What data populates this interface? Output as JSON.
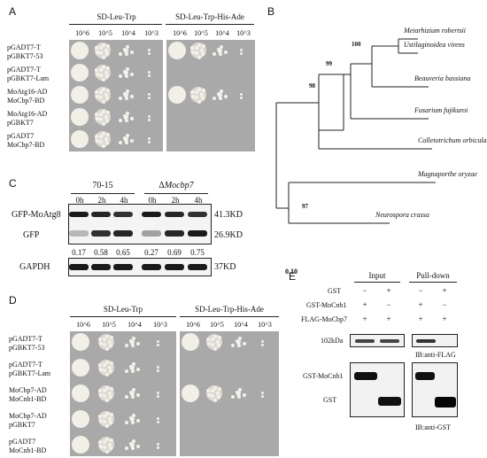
{
  "panels": {
    "A": {
      "label": "A",
      "cond_left": "SD-Leu-Trp",
      "cond_right": "SD-Leu-Trp-His-Ade",
      "dilutions": [
        "10^6",
        "10^5",
        "10^4",
        "10^3"
      ],
      "strains": [
        [
          "pGADT7-T",
          "pGBKT7-53"
        ],
        [
          "pGADT7-T",
          "pGBKT7-Lam"
        ],
        [
          "MoAtg16-AD",
          "MoCbp7-BD"
        ],
        [
          "MoAtg16-AD",
          "pGBKT7"
        ],
        [
          "pGADT7",
          "MoCbp7-BD"
        ]
      ],
      "growth_left": [
        [
          4,
          3,
          2,
          1
        ],
        [
          4,
          3,
          2,
          1
        ],
        [
          4,
          3,
          2,
          1
        ],
        [
          4,
          3,
          2,
          1
        ],
        [
          4,
          3,
          2,
          1
        ]
      ],
      "growth_right": [
        [
          4,
          3,
          2,
          1
        ],
        [
          0,
          0,
          0,
          0
        ],
        [
          4,
          3,
          2,
          1
        ],
        [
          0,
          0,
          0,
          0
        ],
        [
          0,
          0,
          0,
          0
        ]
      ]
    },
    "B": {
      "label": "B",
      "taxa": [
        "Metarhizium robertsii",
        "Ustilaginoidea virens",
        "Beauveria bassiana",
        "Fusarium fujikuroi",
        "Colletotrichum orbiculare",
        "Magnaporthe oryzae",
        "Neurospora crassa"
      ],
      "bootstrap": [
        "100",
        "99",
        "98",
        "97"
      ],
      "scale": "0.10"
    },
    "C": {
      "label": "C",
      "group1": "70-15",
      "group2_prefix": "Δ",
      "group2_name": "Mocbp7",
      "times": [
        "0h",
        "2h",
        "4h",
        "0h",
        "2h",
        "4h"
      ],
      "row1_label": "GFP-MoAtg8",
      "row1_size": "41.3KD",
      "row2_label": "GFP",
      "row2_size": "26.9KD",
      "ratios": [
        "0.17",
        "0.58",
        "0.65",
        "0.27",
        "0.69",
        "0.75"
      ],
      "row3_label": "GAPDH",
      "row3_size": "37KD",
      "intensity_top": [
        0.95,
        0.9,
        0.85,
        0.95,
        0.9,
        0.85
      ],
      "intensity_gfp": [
        0.25,
        0.85,
        0.9,
        0.35,
        0.9,
        0.95
      ],
      "intensity_gapdh": [
        0.95,
        0.95,
        0.95,
        0.95,
        0.95,
        0.95
      ]
    },
    "D": {
      "label": "D",
      "cond_left": "SD-Leu-Trp",
      "cond_right": "SD-Leu-Trp-His-Ade",
      "dilutions": [
        "10^6",
        "10^5",
        "10^4",
        "10^3"
      ],
      "strains": [
        [
          "pGADT7-T",
          "pGBKT7-53"
        ],
        [
          "pGADT7-T",
          "pGBKT7-Lam"
        ],
        [
          "MoCbp7-AD",
          "MoCnb1-BD"
        ],
        [
          "MoCbp7-AD",
          "pGBKT7"
        ],
        [
          "pGADT7",
          "MoCnb1-BD"
        ]
      ],
      "growth_left": [
        [
          4,
          3,
          2,
          1
        ],
        [
          4,
          3,
          2,
          1
        ],
        [
          4,
          3,
          2,
          1
        ],
        [
          4,
          3,
          2,
          1
        ],
        [
          4,
          3,
          2,
          1
        ]
      ],
      "growth_right": [
        [
          4,
          3,
          2,
          1
        ],
        [
          0,
          0,
          0,
          0
        ],
        [
          4,
          3,
          2,
          1
        ],
        [
          0,
          0,
          0,
          0
        ],
        [
          0,
          0,
          0,
          0
        ]
      ]
    },
    "E": {
      "label": "E",
      "input": "Input",
      "pulldown": "Pull-down",
      "row_labels": [
        "GST",
        "GST-MoCnb1",
        "FLAG-MoCbp7"
      ],
      "signs": [
        [
          "−",
          "+",
          "−",
          "+"
        ],
        [
          "+",
          "−",
          "+",
          "−"
        ],
        [
          "+",
          "+",
          "+",
          "+"
        ]
      ],
      "marker": "102kDa",
      "ib_flag": "IB:anti-FLAG",
      "gst_cnb1": "GST-MoCnb1",
      "gst": "GST",
      "ib_gst": "IB:anti-GST"
    }
  }
}
